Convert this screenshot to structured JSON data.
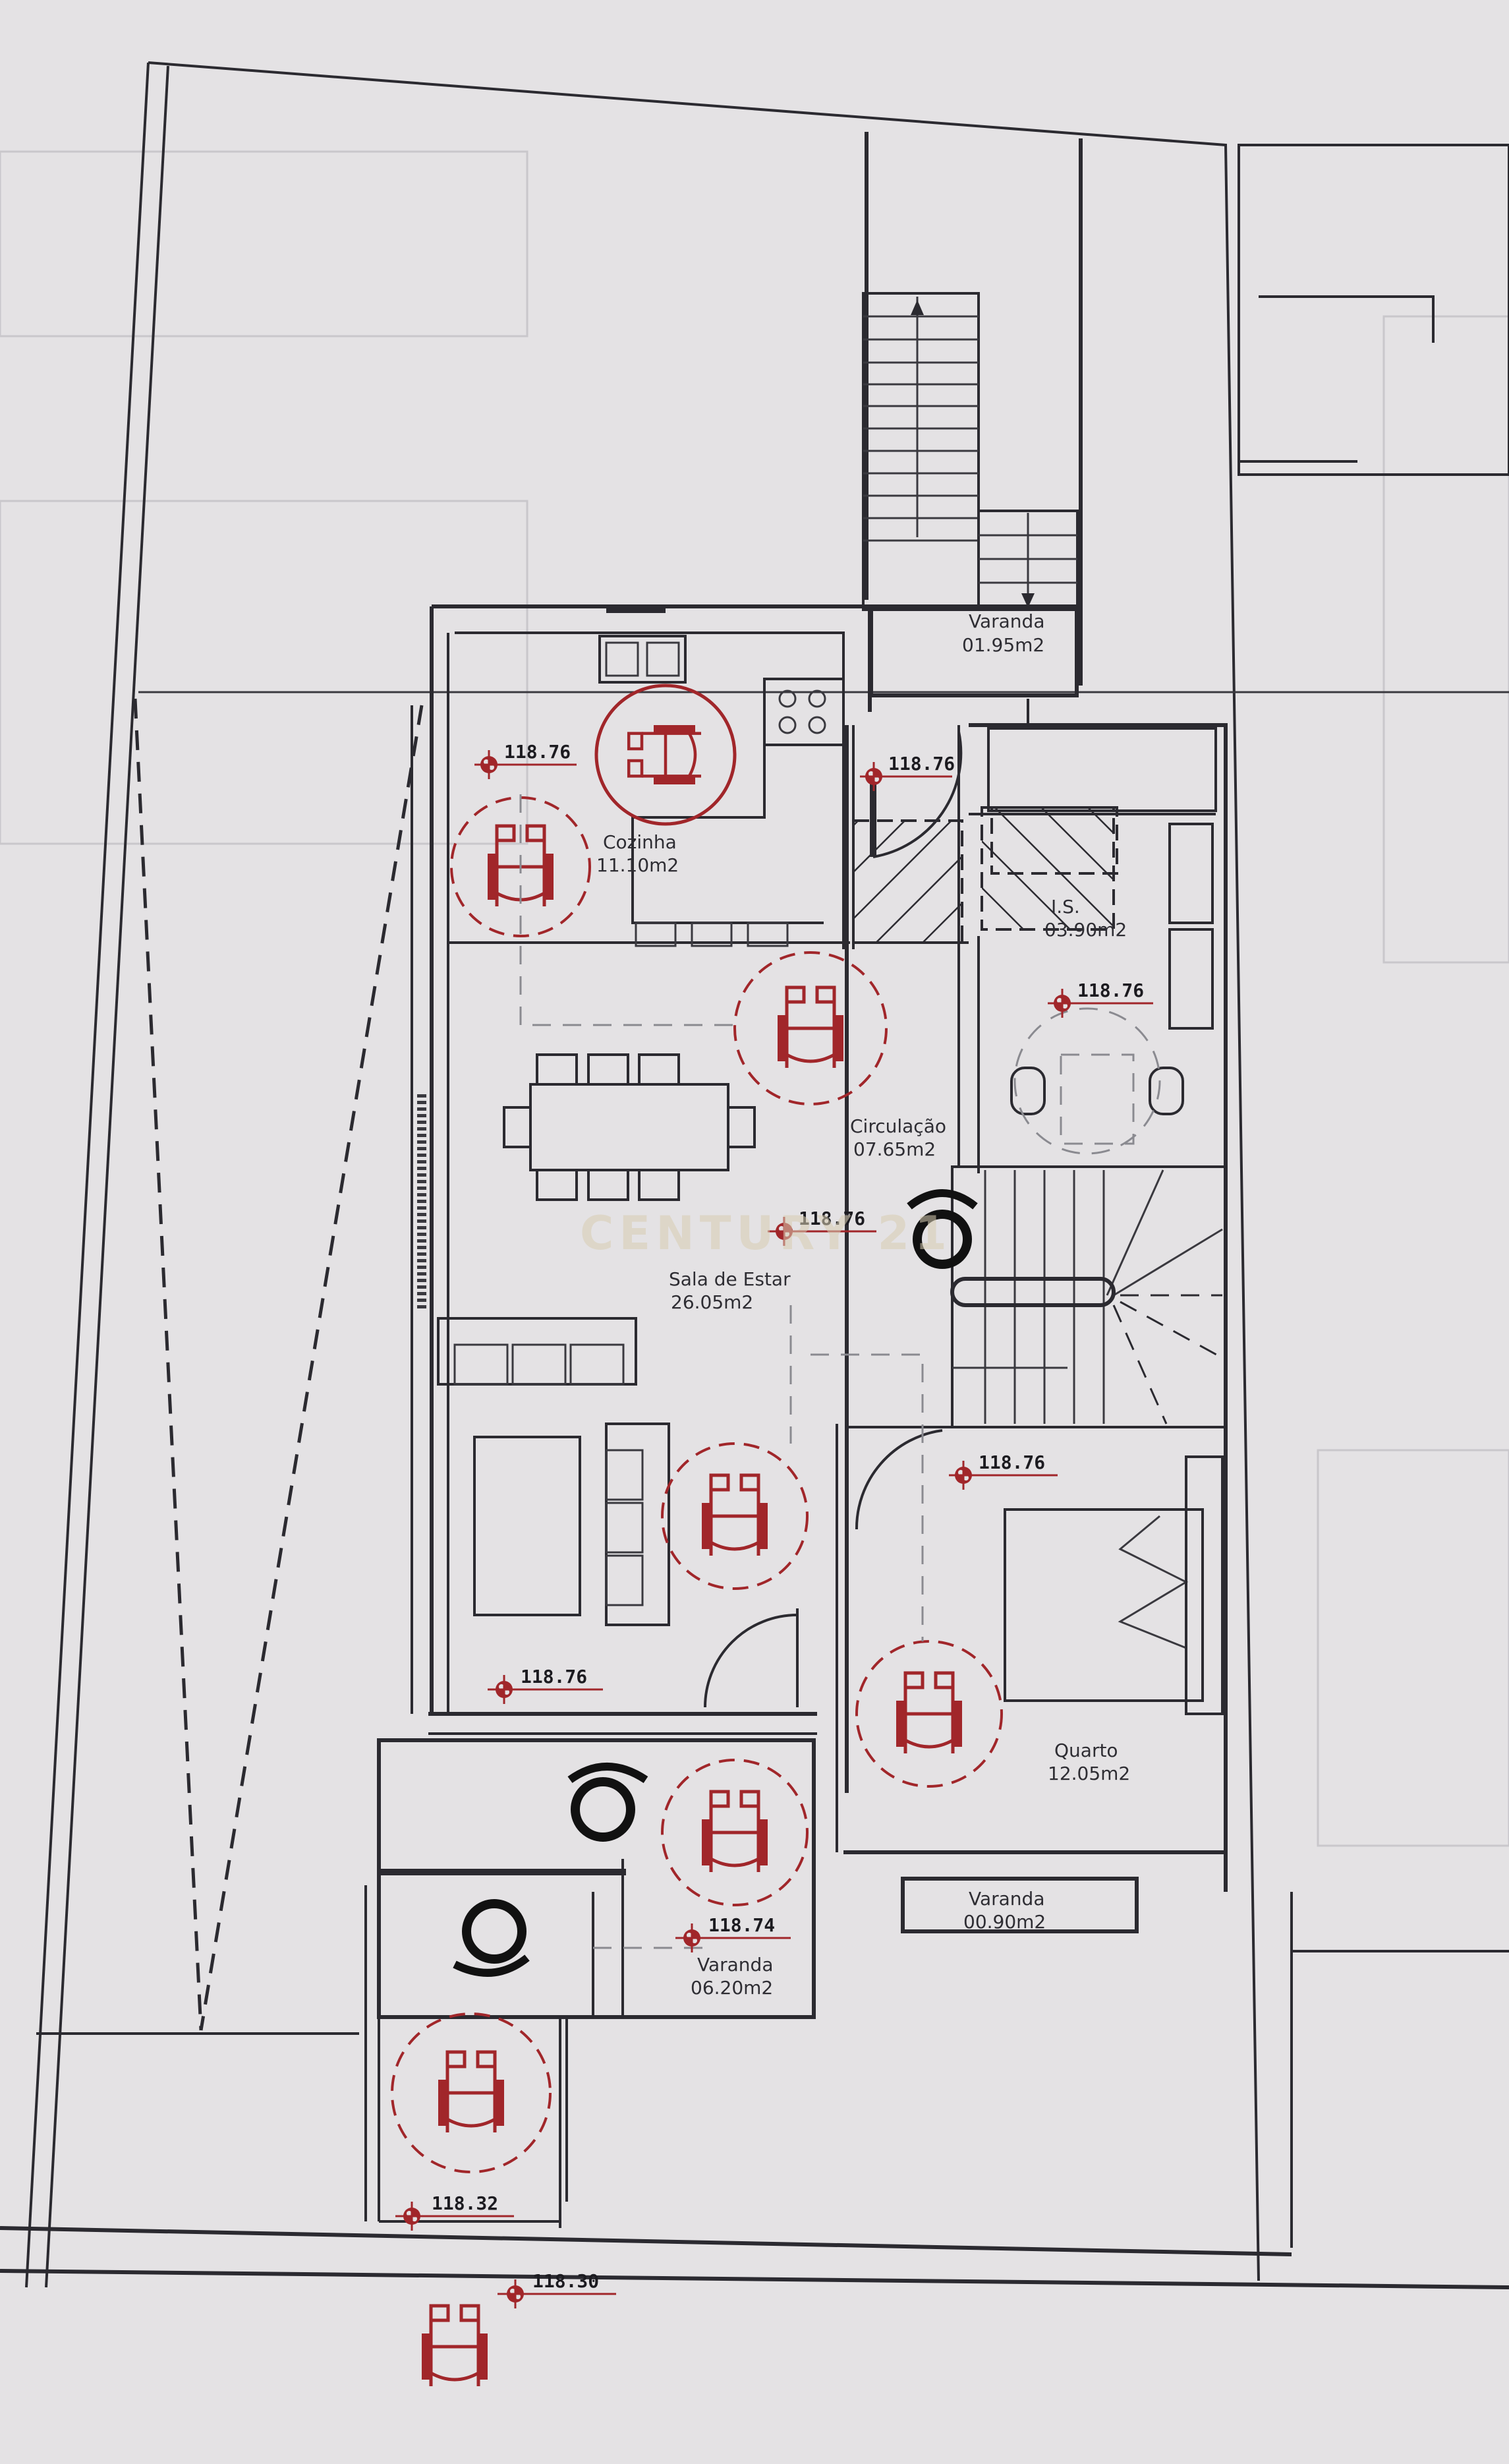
{
  "diagram": {
    "type": "architectural-floor-plan",
    "watermark": "CENTURY 21",
    "colors": {
      "paper": "#e4e2e4",
      "line": "#2b2a30",
      "accessibility_red": "#a1262a",
      "watermark": "#d8cdb2"
    },
    "rooms": [
      {
        "id": "varanda-top",
        "name": "Varanda",
        "area": "01.95m2"
      },
      {
        "id": "cozinha",
        "name": "Cozinha",
        "area": "11.10m2"
      },
      {
        "id": "is",
        "name": "I.S.",
        "area": "03.90m2"
      },
      {
        "id": "circulacao",
        "name": "Circulação",
        "area": "07.65m2"
      },
      {
        "id": "sala-de-estar",
        "name": "Sala de Estar",
        "area": "26.05m2"
      },
      {
        "id": "quarto",
        "name": "Quarto",
        "area": "12.05m2"
      },
      {
        "id": "varanda-quarto",
        "name": "Varanda",
        "area": "00.90m2"
      },
      {
        "id": "varanda-entrada",
        "name": "Varanda",
        "area": "06.20m2"
      }
    ],
    "levels": [
      {
        "id": "kitchen",
        "value": "118.76"
      },
      {
        "id": "hall-door",
        "value": "118.76"
      },
      {
        "id": "wc",
        "value": "118.76"
      },
      {
        "id": "living-center",
        "value": "118.76"
      },
      {
        "id": "bedroom",
        "value": "118.76"
      },
      {
        "id": "living-bottom",
        "value": "118.76"
      },
      {
        "id": "entrance-varanda",
        "value": "118.74"
      },
      {
        "id": "entrance-step",
        "value": "118.32"
      },
      {
        "id": "street",
        "value": "118.30"
      }
    ],
    "symbols": {
      "wheelchair_turning_circle": "wheelchair-icon",
      "level_marker": "level-marker-icon",
      "stair_lift": "stair-lift-icon",
      "stairs": "stairs-icon",
      "door_swing": "door-swing-icon"
    }
  }
}
